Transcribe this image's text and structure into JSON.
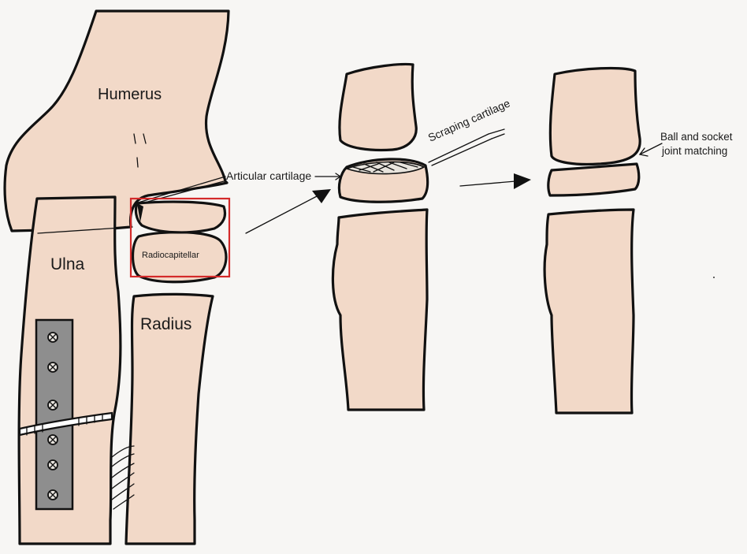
{
  "labels": {
    "humerus": "Humerus",
    "ulna": "Ulna",
    "radius": "Radius",
    "radiocapitellar": "Radiocapitellar",
    "articular_cartilage": "Articular cartilage",
    "scraping_cartilage": "Scraping cartilage",
    "ball_socket_line1": "Ball and socket",
    "ball_socket_line2": "joint matching"
  },
  "colors": {
    "bone_fill": "#f2d9c8",
    "outline": "#111111",
    "highlight_box": "#d42a2a",
    "plate": "#8e8e8e",
    "background": "#f7f6f4"
  }
}
